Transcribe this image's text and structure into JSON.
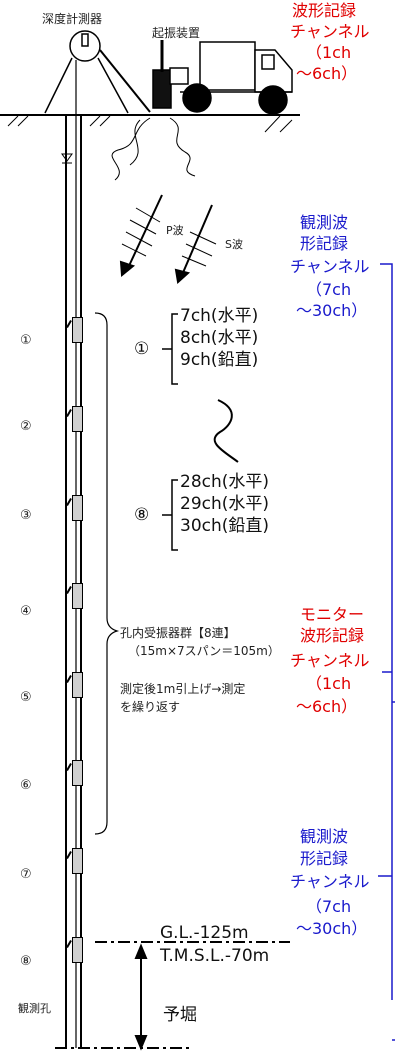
{
  "top": {
    "depth_meter": "深度計測器",
    "vibrator": "起振装置"
  },
  "waves": {
    "p": "P波",
    "s": "S波"
  },
  "receivers": {
    "markers": [
      "①",
      "②",
      "③",
      "④",
      "⑤",
      "⑥",
      "⑦",
      "⑧"
    ],
    "group_label_1": "孔内受振器群【8連】",
    "group_label_2": "（15m×7スパン＝105m）",
    "procedure_1": "測定後1m引上げ→測定",
    "procedure_2": "を繰り返す"
  },
  "channels": {
    "first_marker": "①",
    "first": [
      "7ch(水平)",
      "8ch(水平)",
      "9ch(鉛直)"
    ],
    "last_marker": "⑧",
    "last": [
      "28ch(水平)",
      "29ch(水平)",
      "30ch(鉛直)"
    ]
  },
  "monitor_top": [
    "波形記録",
    "チャンネル",
    "（1ch",
    "～6ch）"
  ],
  "observe_top": [
    "観測波",
    "形記録",
    "チャンネル",
    "（7ch",
    "～30ch）"
  ],
  "monitor_mid": [
    "モニター",
    "波形記録",
    "チャンネル",
    "（1ch",
    "～6ch）"
  ],
  "observe_bottom": [
    "観測波",
    "形記録",
    "チャンネル",
    "（7ch",
    "～30ch）"
  ],
  "depth": {
    "gl": "G.L.-125m",
    "tmsl": "T.M.S.L.-70m",
    "prebore": "予堀"
  },
  "borehole": "観測孔"
}
